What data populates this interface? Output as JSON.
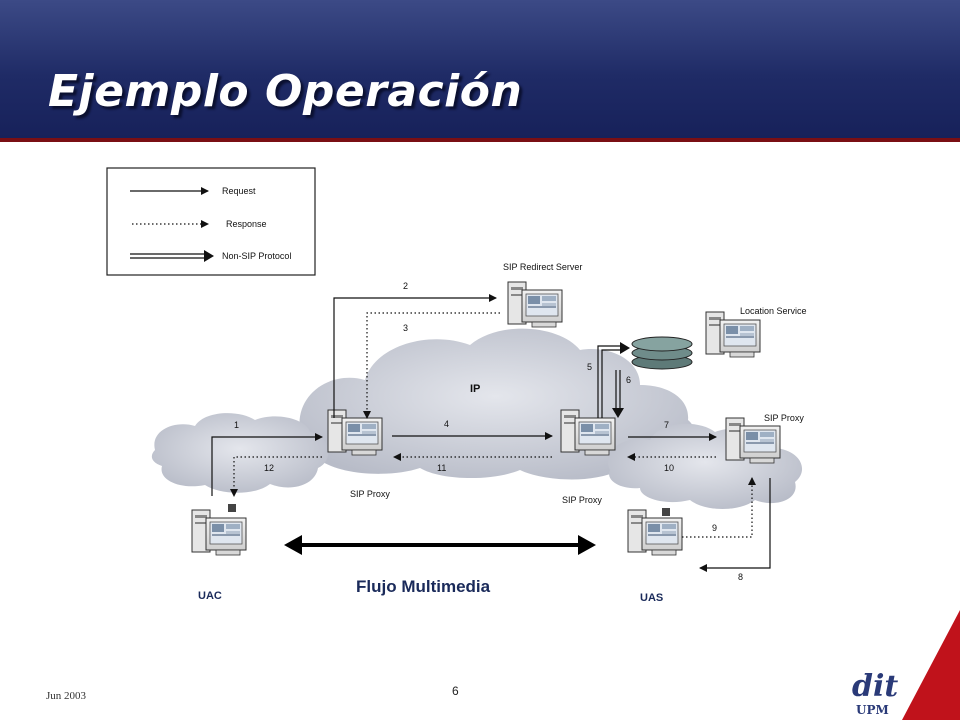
{
  "slide": {
    "title": "Ejemplo Operación",
    "date": "Jun 2003",
    "page_number": "6"
  },
  "legend": {
    "request": "Request",
    "response": "Response",
    "non_sip": "Non-SIP Protocol"
  },
  "diagram": {
    "ip_label": "IP",
    "redirect_server": "SIP Redirect Server",
    "location_service": "Location Service",
    "sip_proxy_left": "SIP Proxy",
    "sip_proxy_center": "SIP Proxy",
    "sip_proxy_right": "SIP Proxy",
    "uac": "UAC",
    "uas": "UAS",
    "media_flow": "Flujo Multimedia",
    "steps": [
      "1",
      "2",
      "3",
      "4",
      "5",
      "6",
      "7",
      "8",
      "9",
      "10",
      "11",
      "12"
    ]
  },
  "logo": {
    "text": "dit",
    "sub": "UPM"
  },
  "colors": {
    "header": "#1f2b66",
    "accent_red": "#c0121b",
    "cloud": "#c9ccd6"
  }
}
